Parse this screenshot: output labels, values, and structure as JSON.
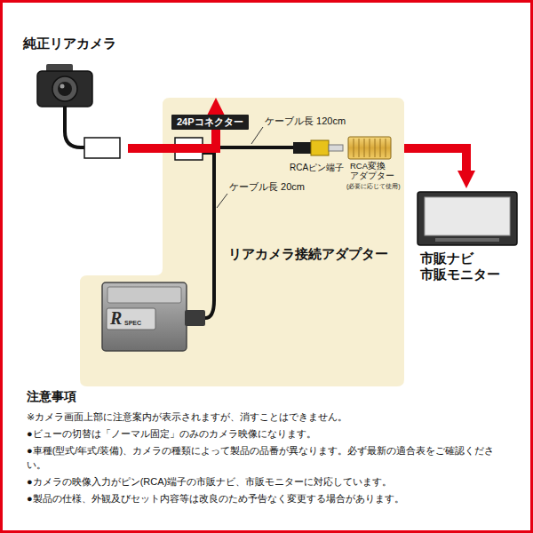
{
  "diagram": {
    "nodes": [
      {
        "text": [
          "純正リアカメラ"
        ]
      },
      {
        "text": [
          "リアカメラ接続アダプター"
        ]
      },
      {
        "text": [
          "24Pコネクター"
        ],
        "in": 1
      },
      {
        "text": [
          "R",
          "SPEC"
        ],
        "in": 1
      },
      {
        "text": [
          "市販ナビ 市販モニター"
        ]
      }
    ],
    "edges": [
      {
        "from": 0,
        "to": 1,
        "arrow": "to"
      },
      {
        "from": 1,
        "to": 4,
        "arrow": "to"
      }
    ],
    "labels": [
      "ケーブル長 120cm",
      "RCAピン端子",
      "RCA変換 アダプター",
      "(必要に応じて使用)",
      "ケーブル長 20cm",
      "注意事項",
      "※カメラ画面上部に注意案内が表示されますが、消すことはできません。",
      "●ビューの切替は「ノーマル固定」のみのカメラ映像になります。",
      "●車種(型式/年式/装備)、カメラの種類によって製品の品番が異なります。必ず最新の適合表をご確認ください。",
      "●カメラの映像入力がピン(RCA)端子の市販ナビ、市販モニターに対応しています。",
      "●製品の仕様、外観及びセット内容等は改良のため予告なく変更する場合があります。"
    ]
  }
}
